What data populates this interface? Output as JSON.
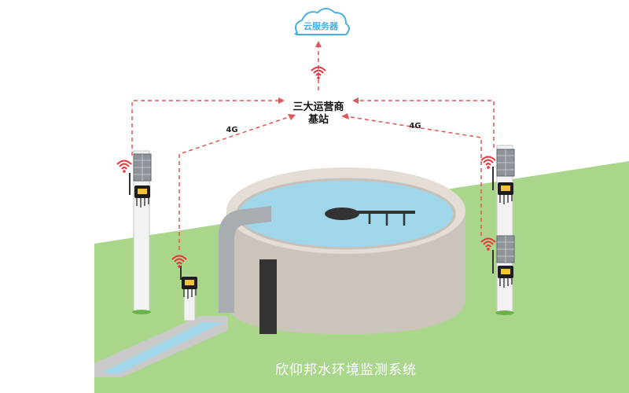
{
  "cloud": {
    "label": "云服务器",
    "color": "#4aaee0",
    "icon": "cloud-icon"
  },
  "base_station": {
    "line1": "三大运营商",
    "line2": "基站"
  },
  "links": {
    "left_label": "4G",
    "right_label": "4G",
    "line_color": "#e05555"
  },
  "footer": {
    "title": "欣仰邦水环境监测系统"
  },
  "colors": {
    "ground": "#a9d68a",
    "water": "#9fd6ea",
    "tank_outer": "#d9d3cb",
    "tank_inner": "#c7c0b6",
    "signal": "#e8333b",
    "pole": "#f2f2f2"
  },
  "icons": [
    "cloud-icon",
    "wifi-signal-icon",
    "data-logger-icon",
    "solar-panel-icon",
    "sensor-probe-icon"
  ]
}
